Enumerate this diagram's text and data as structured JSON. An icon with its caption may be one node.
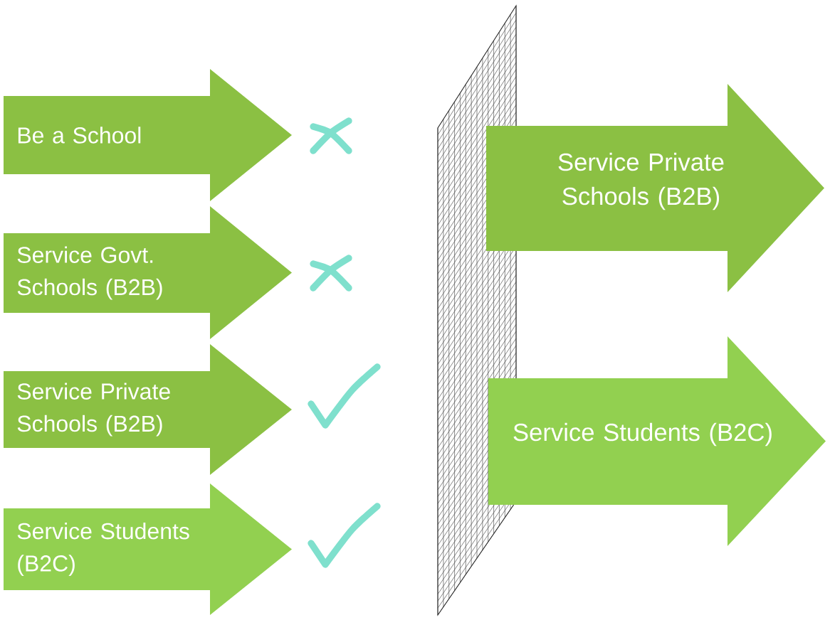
{
  "diagram": {
    "nodes": [
      {
        "text": [
          "Be a School"
        ]
      },
      {
        "text": [
          "Service Govt. Schools (B2B)"
        ]
      },
      {
        "text": [
          "Service Private Schools (B2B)"
        ]
      },
      {
        "text": [
          "Service Students (B2C)"
        ]
      },
      {
        "text": [
          "Service Private Schools (B2B)"
        ]
      },
      {
        "text": [
          "Service Students (B2C)"
        ]
      }
    ]
  }
}
